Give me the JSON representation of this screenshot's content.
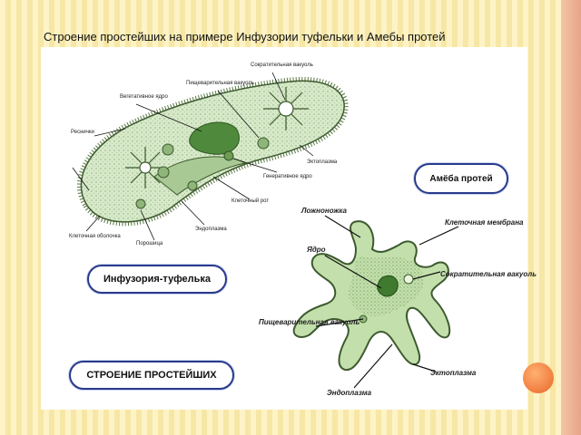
{
  "slide": {
    "title": "Строение простейших на примере Инфузории туфельки и Амебы протей"
  },
  "paramecium": {
    "box_label": "Инфузория-туфелька",
    "labels": {
      "contractile_vacuole": "Сократительная вакуоль",
      "digestive_vacuole": "Пищеварительная вакуоль",
      "vegetative_nucleus": "Вегетативное ядро",
      "cilia": "Реснички",
      "ectoplasm": "Эктоплазма",
      "generative_nucleus": "Генеративное ядро",
      "cell_mouth": "Клеточный рот",
      "endoplasm": "Эндоплазма",
      "pellicle": "Клеточная оболочка",
      "powder": "Порошица"
    }
  },
  "amoeba": {
    "box_label": "Амёба протей",
    "labels": {
      "pseudopod": "Ложноножка",
      "cell_membrane": "Клеточная мембрана",
      "nucleus": "Ядро",
      "contractile_vacuole": "Сократительная вакуоль",
      "digestive_vacuole": "Пищеварительная вакуоль",
      "ectoplasm": "Эктоплазма",
      "endoplasm": "Эндоплазма"
    }
  },
  "footer_box": {
    "label": "СТРОЕНИЕ ПРОСТЕЙШИХ"
  },
  "colors": {
    "cell_fill": "#cfe6bf",
    "cell_stroke": "#3d5a2f",
    "box_border": "#2a3a8a",
    "accent": "#e8672a"
  }
}
